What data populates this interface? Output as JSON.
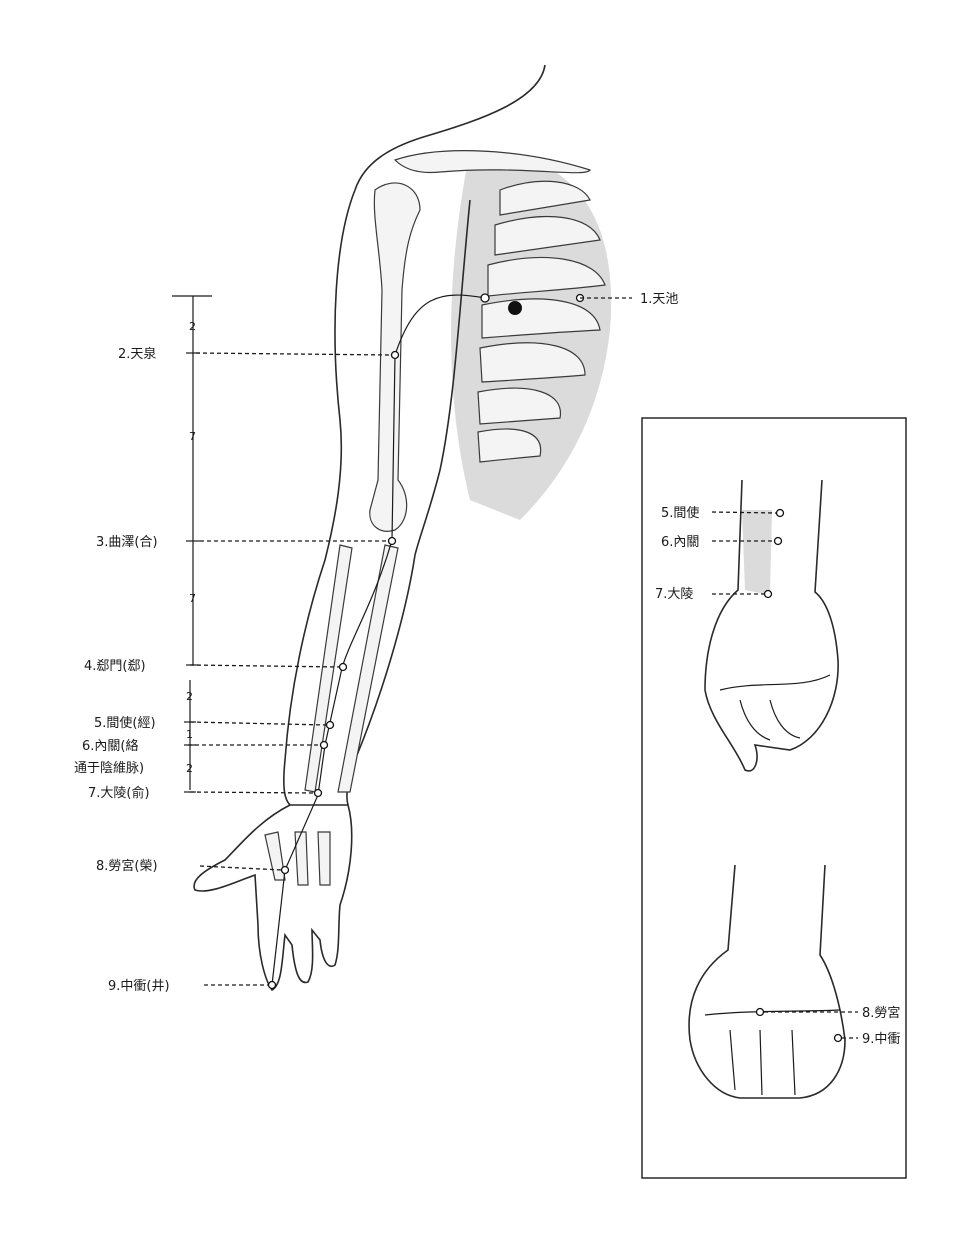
{
  "main_labels": {
    "p1": "1.天池",
    "p2": "2.天泉",
    "p3": "3.曲澤(合)",
    "p4": "4.郄門(郄)",
    "p5": "5.間使(經)",
    "p6a": "6.內關(絡",
    "p6b": "通于陰維脉)",
    "p7": "7.大陵(俞)",
    "p8": "8.勞宮(榮)",
    "p9": "9.中衝(井)"
  },
  "scale_numbers": [
    "2",
    "7",
    "7",
    "2",
    "1",
    "2"
  ],
  "inset_labels": {
    "p5": "5.間使",
    "p6": "6.內關",
    "p7": "7.大陵",
    "p8": "8.勞宮",
    "p9": "9.中衝"
  }
}
